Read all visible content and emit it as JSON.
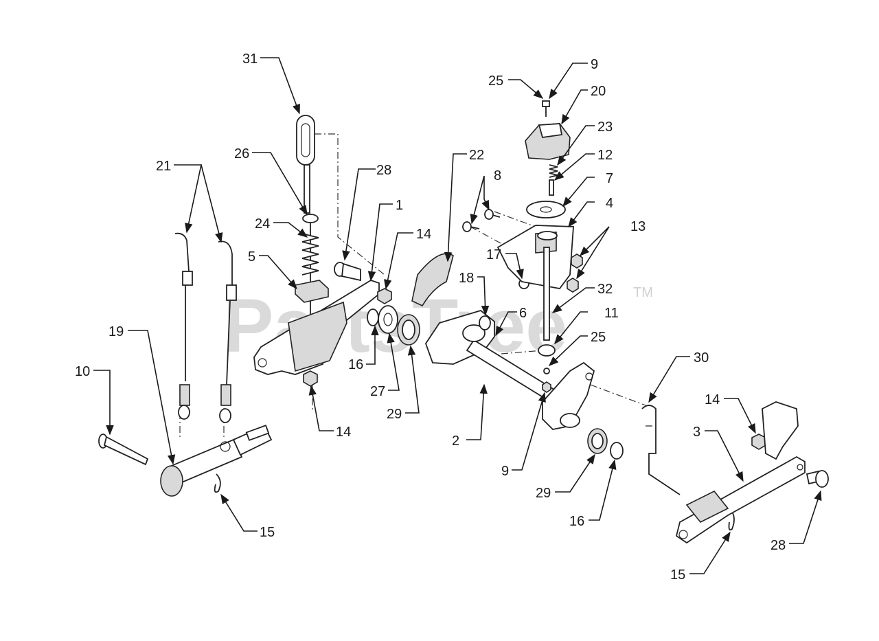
{
  "watermark": {
    "text": "PartsTree",
    "tm": "TM"
  },
  "callouts": {
    "c1": "1",
    "c2": "2",
    "c3": "3",
    "c4": "4",
    "c5": "5",
    "c6": "6",
    "c7": "7",
    "c8": "8",
    "c9a": "9",
    "c9b": "9",
    "c10": "10",
    "c11": "11",
    "c12": "12",
    "c13": "13",
    "c14a": "14",
    "c14b": "14",
    "c14c": "14",
    "c15a": "15",
    "c15b": "15",
    "c16a": "16",
    "c16b": "16",
    "c17": "17",
    "c18": "18",
    "c19": "19",
    "c20": "20",
    "c21": "21",
    "c22": "22",
    "c23": "23",
    "c24": "24",
    "c25a": "25",
    "c25b": "25",
    "c26": "26",
    "c27": "27",
    "c28a": "28",
    "c28b": "28",
    "c29a": "29",
    "c29b": "29",
    "c30": "30",
    "c31": "31",
    "c32": "32"
  }
}
